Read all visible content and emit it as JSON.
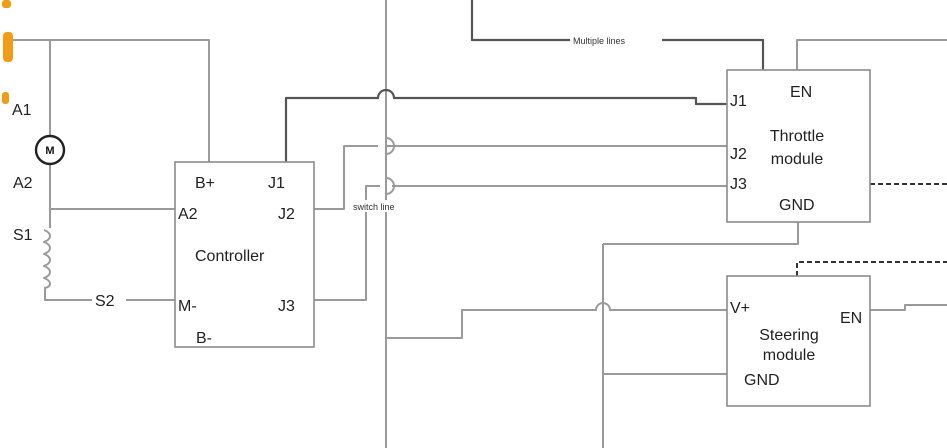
{
  "colors": {
    "wire": "#9a9a9a",
    "wire_dark": "#555555",
    "accent_orange": "#f39c12",
    "box_border": "#8c8c8c"
  },
  "motor": {
    "terminal_a1": "A1",
    "terminal_a2": "A2",
    "symbol": "M",
    "field_s1": "S1",
    "field_s2": "S2"
  },
  "controller": {
    "title": "Controller",
    "pin_bplus": "B+",
    "pin_j1": "J1",
    "pin_a2": "A2",
    "pin_j2": "J2",
    "pin_mminus": "M-",
    "pin_j3": "J3",
    "pin_bminus": "B-"
  },
  "throttle": {
    "title_line1": "Throttle",
    "title_line2": "module",
    "pin_j1": "J1",
    "pin_en": "EN",
    "pin_j2": "J2",
    "pin_j3": "J3",
    "pin_gnd": "GND"
  },
  "steering": {
    "title_line1": "Steering",
    "title_line2": "module",
    "pin_vplus": "V+",
    "pin_en": "EN",
    "pin_gnd": "GND"
  },
  "annotations": {
    "multiple_lines": "Multiple lines",
    "switch_line": "switch line"
  }
}
